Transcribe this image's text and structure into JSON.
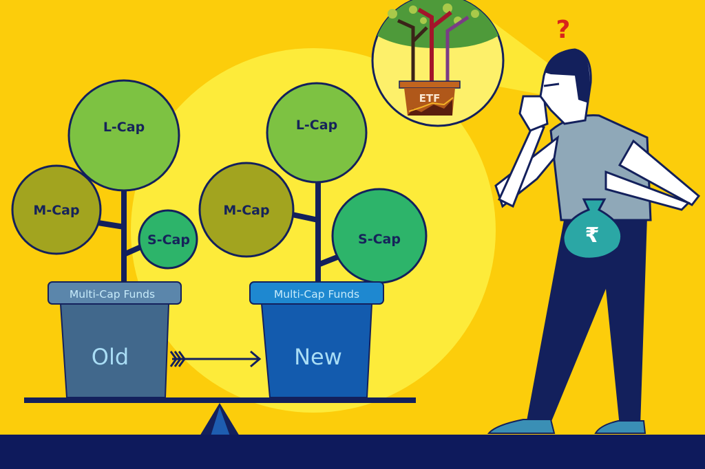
{
  "colors": {
    "background": "#FCCD0B",
    "highlight": "#FDEB3A",
    "navy": "#13205C",
    "old_pot": "#41688C",
    "new_pot": "#135BAE",
    "large_cap": "#7DC242",
    "mid_cap": "#A2A41F",
    "small_cap": "#2DB46A",
    "money_bag": "#2BA7A5",
    "question": "#D8241B"
  },
  "old_plant": {
    "large_cap": "L-Cap",
    "mid_cap": "M-Cap",
    "small_cap": "S-Cap",
    "pot_rim": "Multi-Cap Funds",
    "pot_label": "Old"
  },
  "new_plant": {
    "large_cap": "L-Cap",
    "mid_cap": "M-Cap",
    "small_cap": "S-Cap",
    "pot_rim": "Multi-Cap Funds",
    "pot_label": "New"
  },
  "thought_bubble": {
    "pot_label": "ETF"
  },
  "person": {
    "question_mark": "?",
    "money_bag_symbol": "₹"
  }
}
